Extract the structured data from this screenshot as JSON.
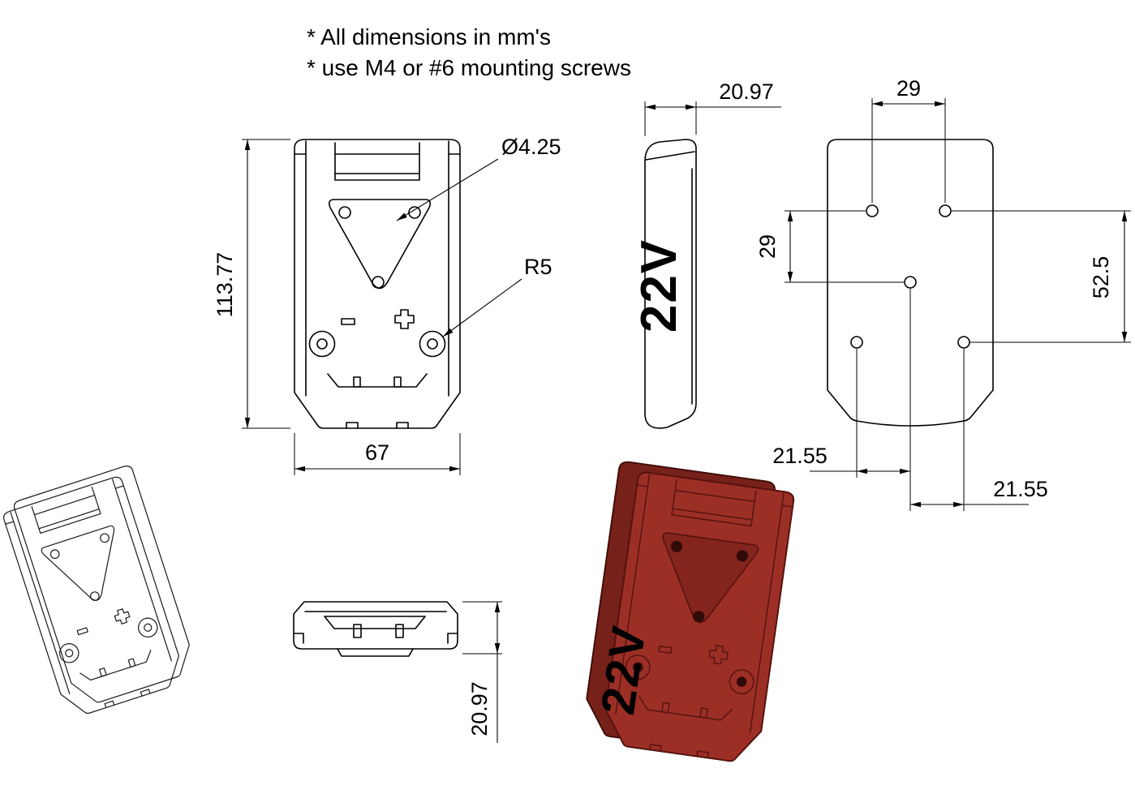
{
  "notes": {
    "line1": "* All dimensions in mm's",
    "line2": "* use M4 or #6 mounting screws"
  },
  "views": {
    "front": {
      "height_mm": "113.77",
      "width_mm": "67",
      "hole_callout": "Ø4.25",
      "fillet_callout": "R5"
    },
    "side": {
      "thickness_mm": "20.97",
      "engraving": "22V"
    },
    "back": {
      "top_spacing_mm": "29",
      "left_spacing_mm": "29",
      "span_mm": "52.5",
      "offset_left_mm": "21.55",
      "offset_right_mm": "21.55"
    },
    "bottom": {
      "thickness_mm": "20.97"
    },
    "iso_render": {
      "engraving": "22V"
    }
  },
  "colors": {
    "ink": "#000000",
    "engraving_gray": "#3d3d3d",
    "red_body": "#9c2f25",
    "red_side": "#76211a",
    "red_pocket": "#84251d",
    "red_lines": "#571410",
    "red_text": "#5c130d",
    "red_hole": "#2f0a06"
  }
}
